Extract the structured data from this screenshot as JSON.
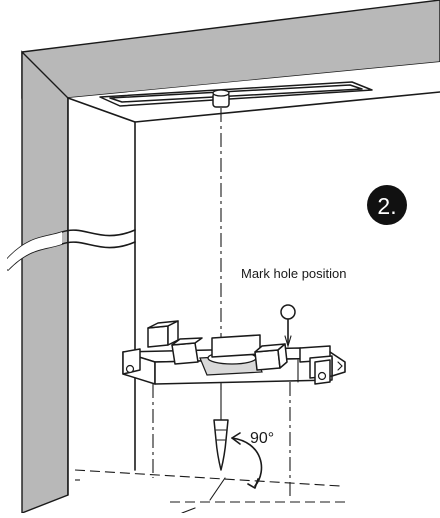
{
  "diagram": {
    "step_label": "2.",
    "annotation": "Mark hole position",
    "angle_label": "90°",
    "colors": {
      "wall": "#b8b8b8",
      "wall_edge": "#1a1a1a",
      "badge": "#111111",
      "badge_text": "#ffffff",
      "line": "#1a1a1a"
    },
    "icons": [
      "pin-icon",
      "plumb-bob-icon",
      "dowel-icon"
    ]
  }
}
